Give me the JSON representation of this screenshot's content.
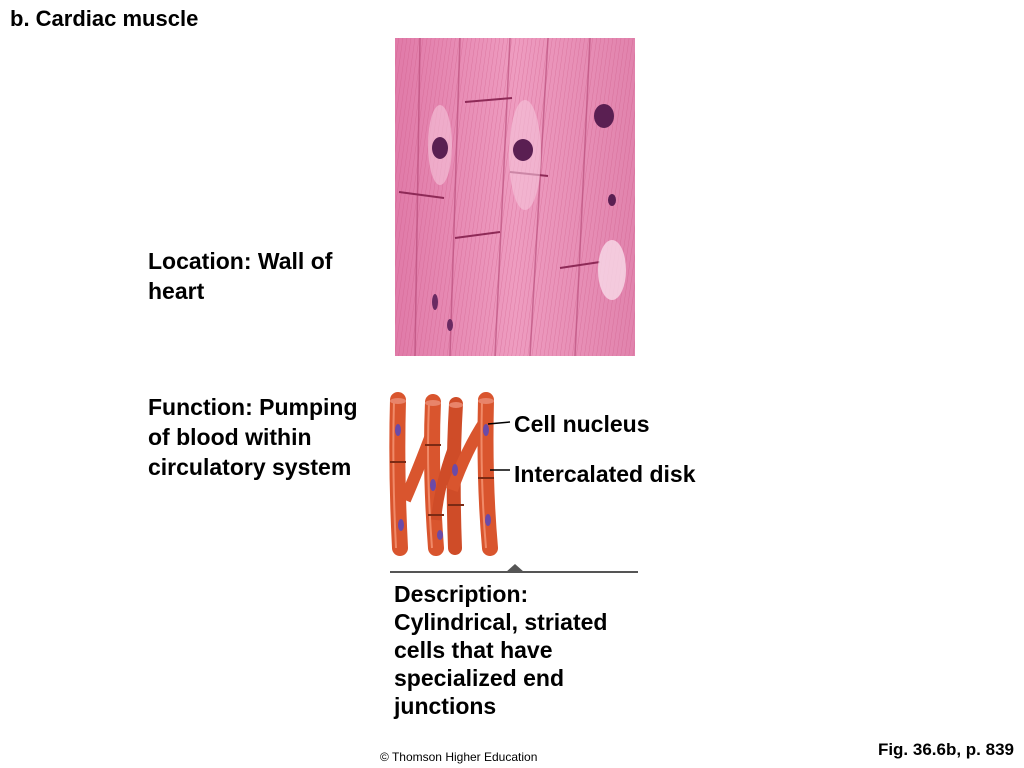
{
  "title": "b. Cardiac muscle",
  "location": {
    "lines": [
      "Location: Wall of",
      "heart"
    ]
  },
  "function": {
    "lines": [
      "Function: Pumping",
      "of blood within",
      "circulatory system"
    ]
  },
  "labels": {
    "cell_nucleus": "Cell nucleus",
    "intercalated_disk": "Intercalated disk"
  },
  "description": {
    "lines": [
      "Description:",
      "Cylindrical, striated",
      "cells that have",
      "specialized end",
      "junctions"
    ]
  },
  "figure_ref": "Fig. 36.6b, p. 839",
  "copyright": "© Thomson Higher Education",
  "colors": {
    "micrograph_pink": "#e58bb3",
    "fiber_red": "#d9552e",
    "nucleus_purple": "#6b4aa8"
  }
}
